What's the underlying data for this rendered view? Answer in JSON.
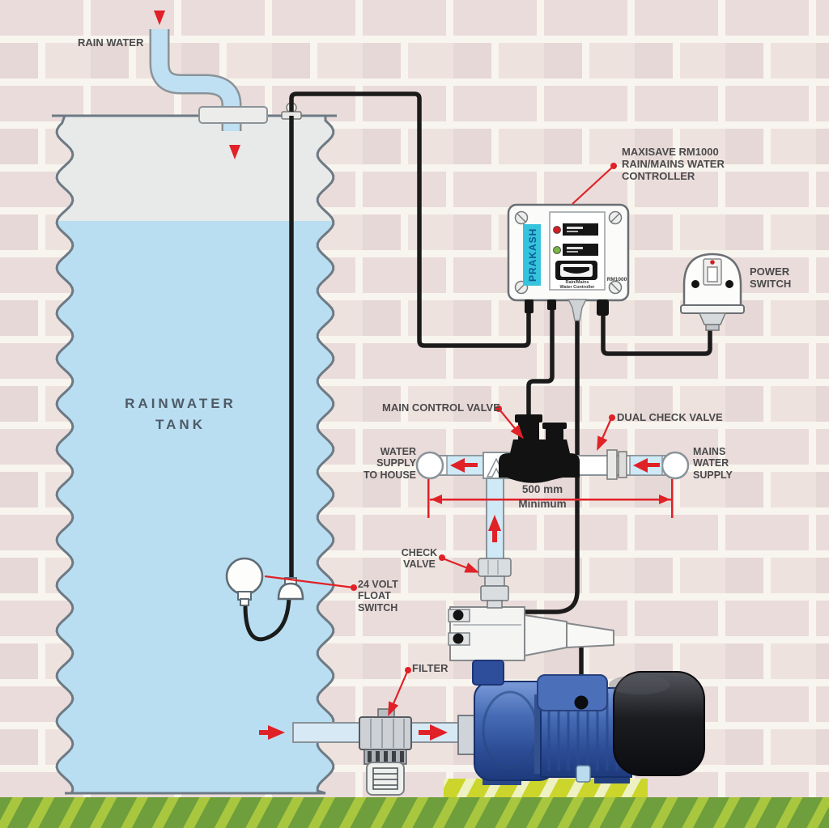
{
  "diagram": {
    "labels": {
      "rain_water": "RAIN WATER",
      "rainwater_tank": "RAINWATER\nTANK",
      "controller": "MAXISAVE RM1000\nRAIN/MAINS WATER\nCONTROLLER",
      "power_switch": "POWER\nSWITCH",
      "main_control_valve": "MAIN CONTROL VALVE",
      "dual_check_valve": "DUAL CHECK VALVE",
      "water_supply_to_house": "WATER\nSUPPLY\nTO HOUSE",
      "mains_water_supply": "MAINS\nWATER\nSUPPLY",
      "dimension": "500 mm\nMinimum",
      "check_valve": "CHECK\nVALVE",
      "float_switch": "24 VOLT\nFLOAT\nSWITCH",
      "filter": "FILTER"
    },
    "controller_unit": {
      "brand": "PRAKASH",
      "model": "RM1000",
      "panel_caption_line1": "Rain/Mains",
      "panel_caption_line2": "Water Controller"
    },
    "colors": {
      "accent_red": "#e02127",
      "water_blue": "#b9def1",
      "brand_cyan": "#36c3dd",
      "pump_blue": "#3a5fa8",
      "ground_green": "#6f9e3c",
      "platform_yellow": "#cbd52c",
      "brick_pink": "#eadcda",
      "label_gray": "#4a4a4c"
    }
  }
}
